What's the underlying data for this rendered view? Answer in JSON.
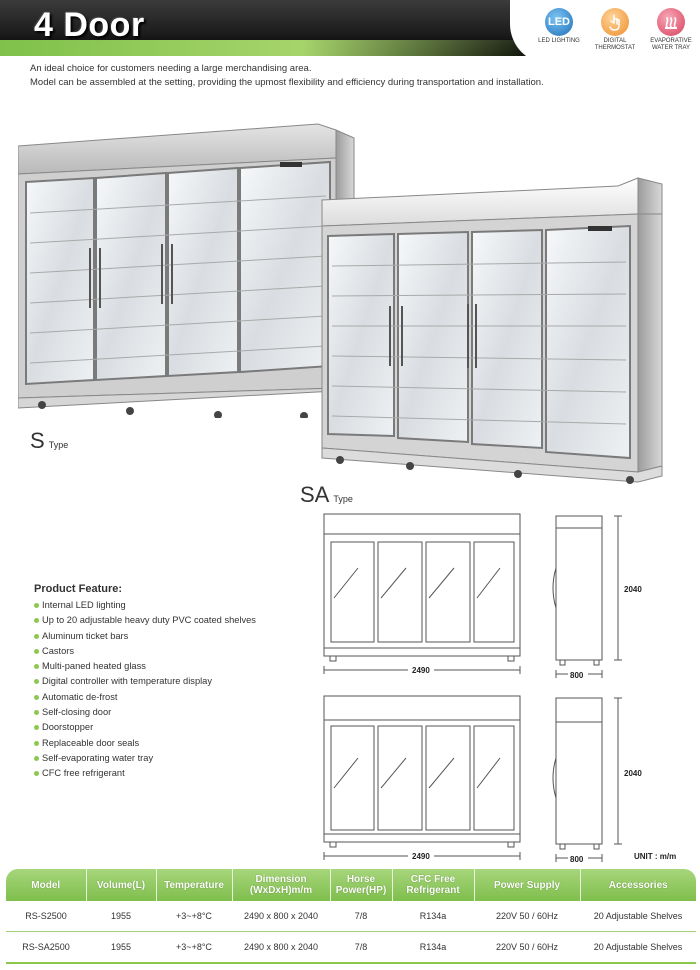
{
  "header": {
    "title": "4 Door",
    "badges": [
      {
        "icon": "LED",
        "label": "LED LIGHTING",
        "color": "#2b8bd6"
      },
      {
        "icon": "",
        "label": "DIGITAL THERMOSTAT",
        "color": "#f0a23a"
      },
      {
        "icon": "",
        "label": "EVAPORATIVE WATER TRAY",
        "color": "#e0506b"
      }
    ]
  },
  "intro": {
    "line1": "An ideal choice for customers needing a large merchandising area.",
    "line2": "Model can be assembled at the setting, providing the upmost flexibility and efficiency during transportation and installation."
  },
  "types": {
    "s": {
      "main": "S",
      "sub": "Type"
    },
    "sa": {
      "main": "SA",
      "sub": "Type"
    }
  },
  "features": {
    "title": "Product Feature:",
    "items": [
      "Internal LED lighting",
      "Up to 20 adjustable heavy duty PVC coated shelves",
      "Aluminum ticket bars",
      "Castors",
      "Multi-paned heated glass",
      "Digital controller with temperature display",
      "Automatic de-frost",
      "Self-closing door",
      "Doorstopper",
      "Replaceable door seals",
      "Self-evaporating water tray",
      "CFC free refrigerant"
    ]
  },
  "dims": {
    "width_top": "2490",
    "height_top": "2040",
    "depth_top": "800",
    "width_bottom": "2490",
    "height_bottom": "2040",
    "depth_bottom": "800",
    "unit": "UNIT : m/m"
  },
  "table": {
    "headers": [
      {
        "l1": "Model",
        "l2": ""
      },
      {
        "l1": "Volume(L)",
        "l2": ""
      },
      {
        "l1": "Temperature",
        "l2": ""
      },
      {
        "l1": "Dimension",
        "l2": "(WxDxH)m/m"
      },
      {
        "l1": "Horse",
        "l2": "Power(HP)"
      },
      {
        "l1": "CFC Free",
        "l2": "Refrigerant"
      },
      {
        "l1": "Power  Supply",
        "l2": ""
      },
      {
        "l1": "Accessories",
        "l2": ""
      }
    ],
    "rows": [
      [
        "RS-S2500",
        "1955",
        "+3~+8°C",
        "2490 x 800 x 2040",
        "7/8",
        "R134a",
        "220V  50 / 60Hz",
        "20 Adjustable Shelves"
      ],
      [
        "RS-SA2500",
        "1955",
        "+3~+8°C",
        "2490 x 800 x 2040",
        "7/8",
        "R134a",
        "220V  50 / 60Hz",
        "20 Adjustable Shelves"
      ]
    ]
  }
}
